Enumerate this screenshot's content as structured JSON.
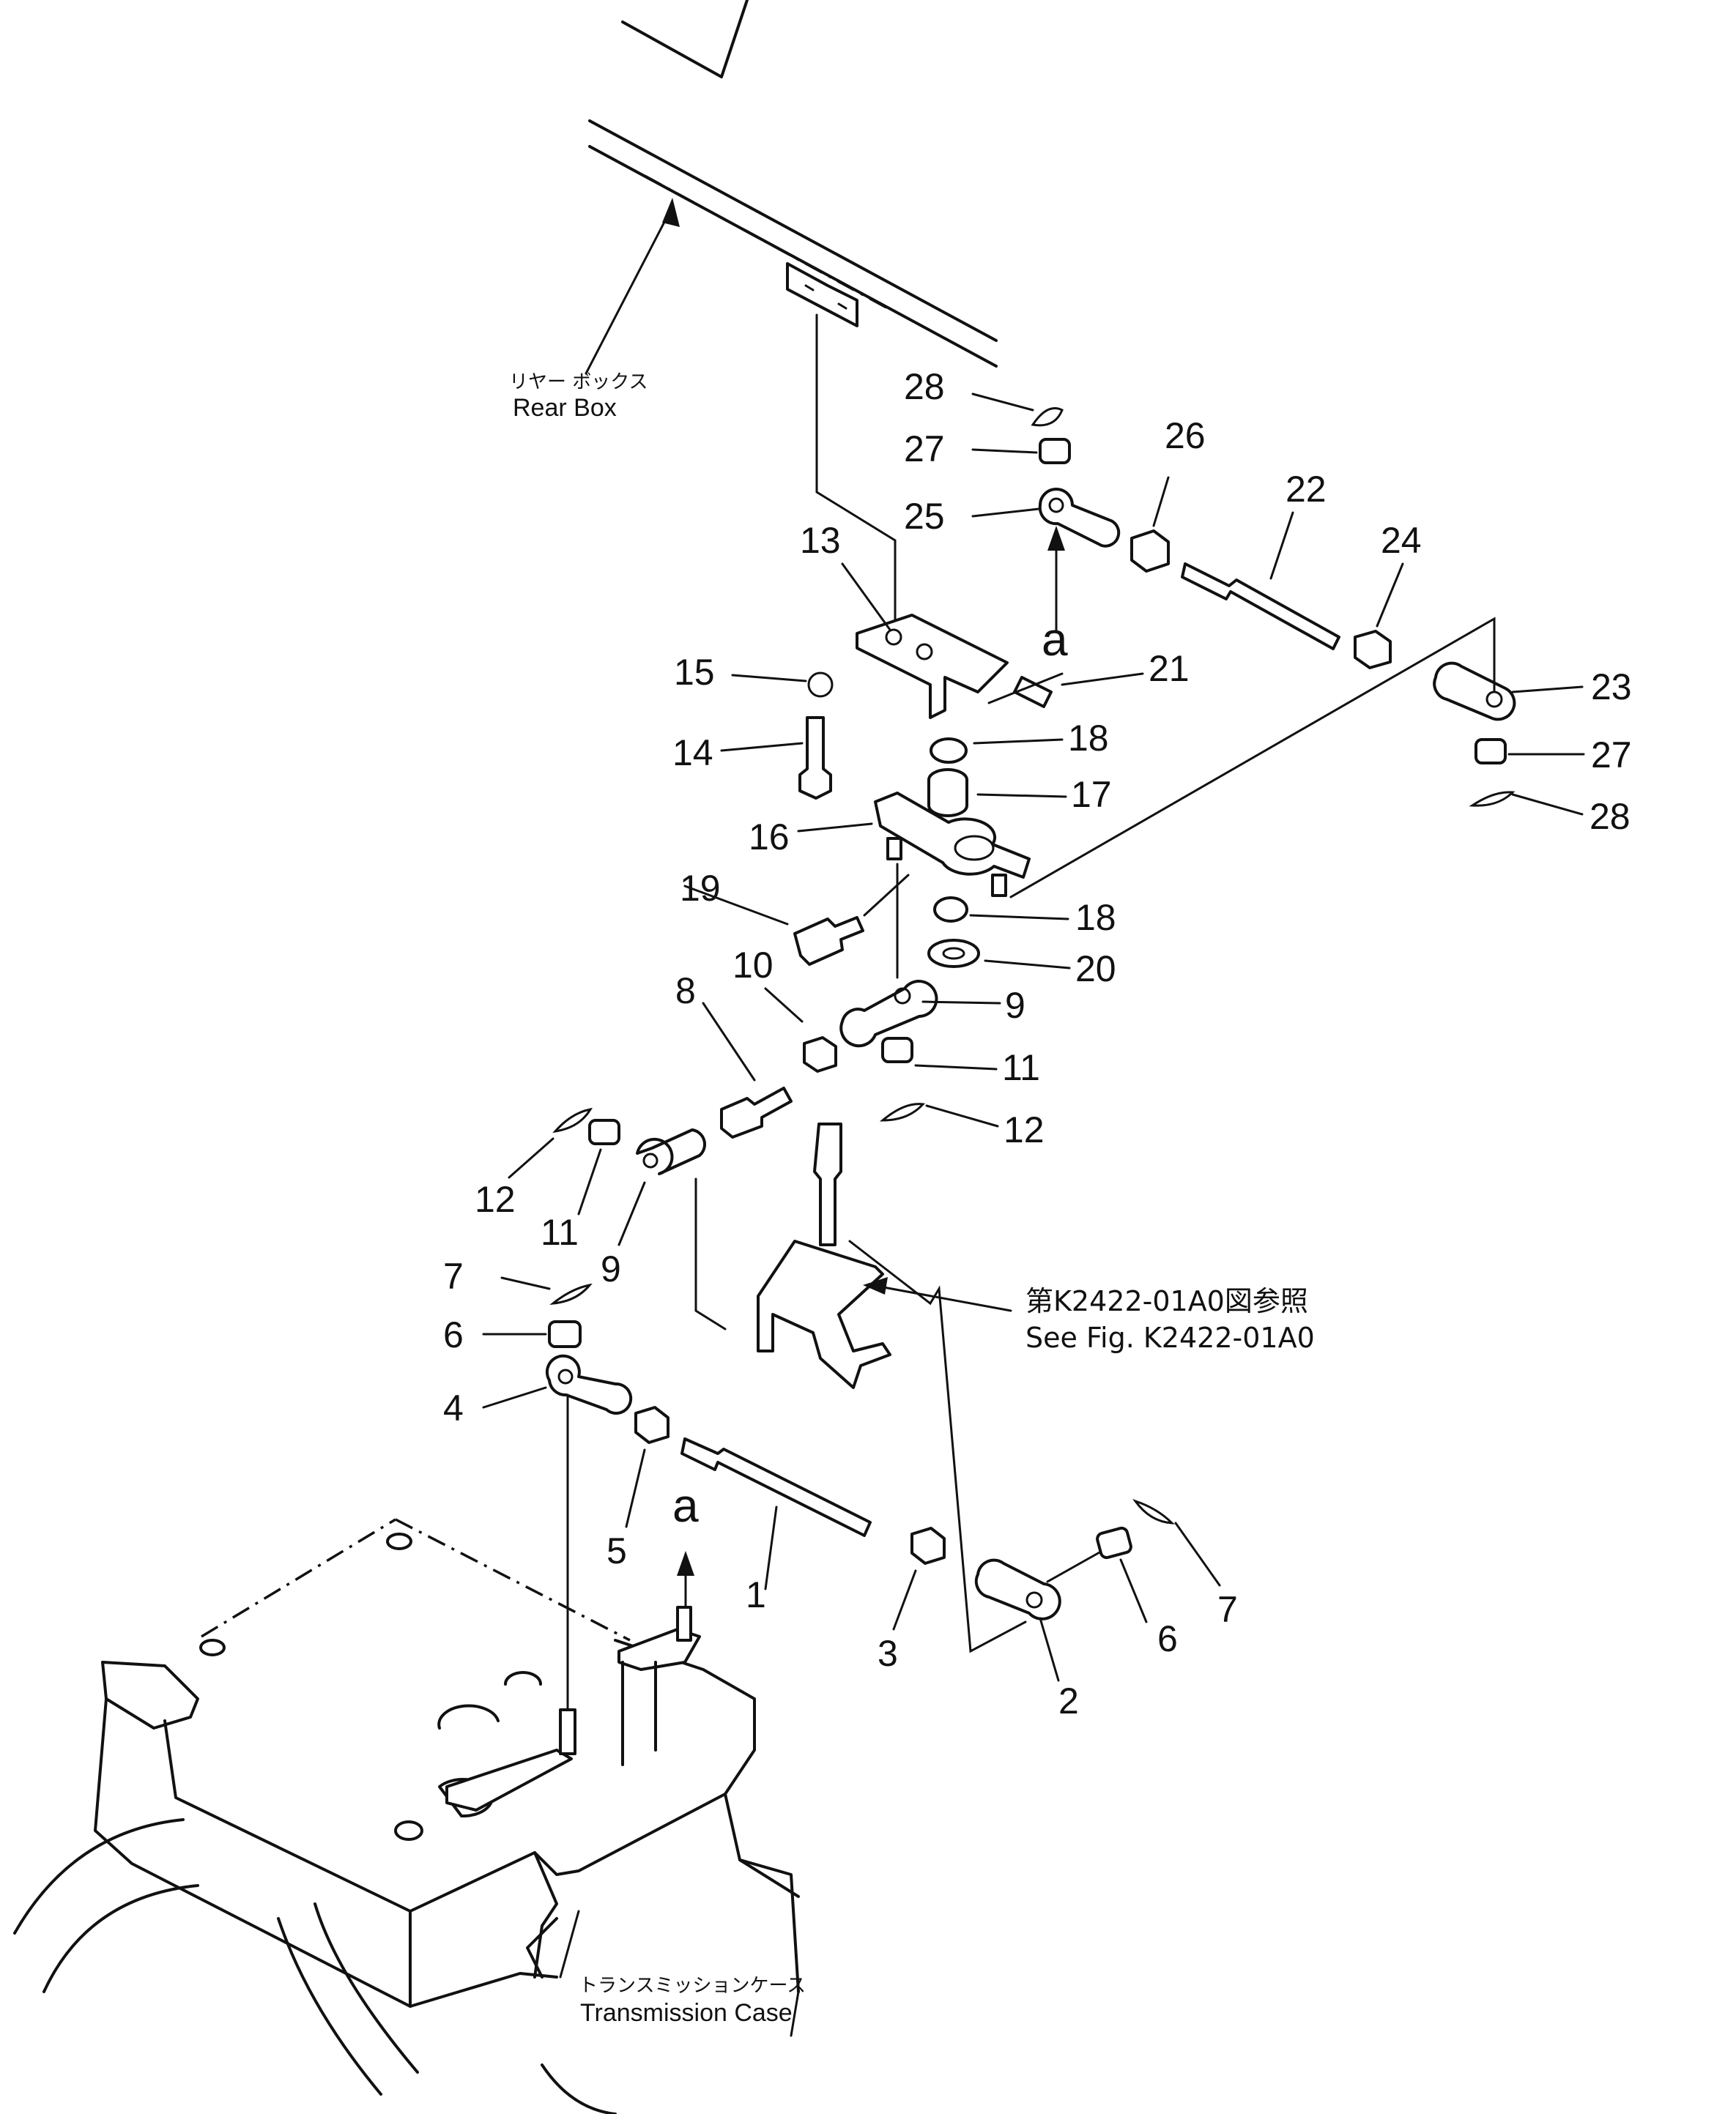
{
  "labels": {
    "rear_box_jp": "リヤー ボックス",
    "rear_box_en": "Rear Box",
    "transmission_jp": "トランスミッションケース",
    "transmission_en": "Transmission Case",
    "see_fig_jp": "第K2422-01A0図参照",
    "see_fig_en": "See Fig. K2422-01A0",
    "view_a_top": "a",
    "view_a_bottom": "a"
  },
  "part_numbers": {
    "n1": "1",
    "n2": "2",
    "n3": "3",
    "n4": "4",
    "n5": "5",
    "n6a": "6",
    "n6b": "6",
    "n7a": "7",
    "n7b": "7",
    "n8": "8",
    "n9a": "9",
    "n9b": "9",
    "n10": "10",
    "n11a": "11",
    "n11b": "11",
    "n12a": "12",
    "n12b": "12",
    "n13": "13",
    "n14": "14",
    "n15": "15",
    "n16": "16",
    "n17": "17",
    "n18a": "18",
    "n18b": "18",
    "n19": "19",
    "n20": "20",
    "n21": "21",
    "n22": "22",
    "n23": "23",
    "n24": "24",
    "n25": "25",
    "n26": "26",
    "n27a": "27",
    "n27b": "27",
    "n28a": "28",
    "n28b": "28"
  }
}
